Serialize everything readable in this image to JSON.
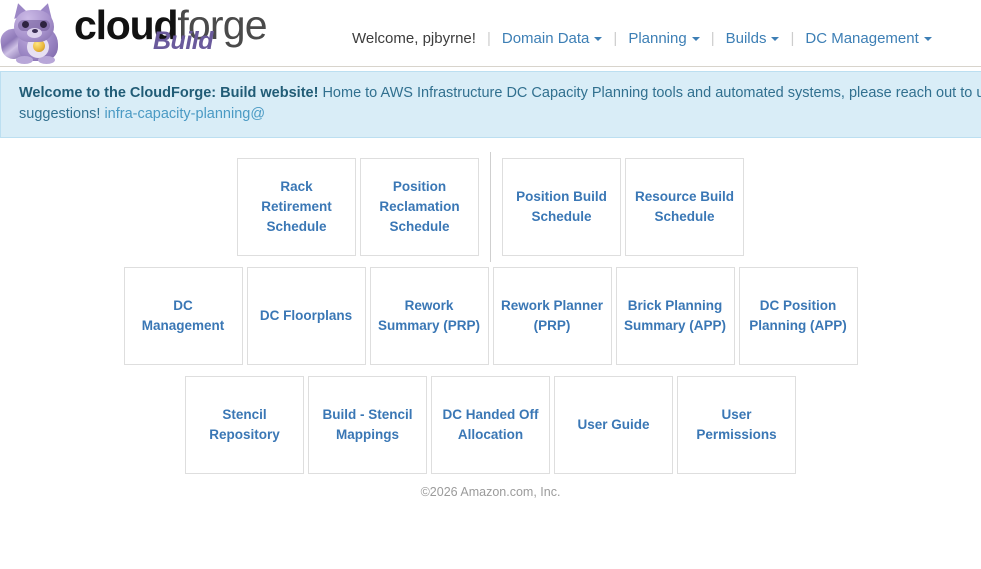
{
  "header": {
    "logo": {
      "word_primary": "cloud",
      "word_secondary": "forge",
      "sub_word": "Build",
      "mascot_icon": "raccoon-mascot-icon"
    },
    "welcome": "Welcome, pjbyrne!",
    "separator": "|",
    "nav_items": [
      {
        "label": "Domain Data",
        "has_caret": true
      },
      {
        "label": "Planning",
        "has_caret": true
      },
      {
        "label": "Builds",
        "has_caret": true
      },
      {
        "label": "DC Management",
        "has_caret": true
      }
    ]
  },
  "banner": {
    "bold_lead": "Welcome to the CloudForge: Build website!",
    "body": " Home to AWS Infrastructure DC Capacity Planning tools and automated systems, please reach out to us with any questions, feedback, or suggestions! ",
    "contact_link": "infra-capacity-planning@",
    "background_color": "#d9edf7",
    "text_color": "#31708f"
  },
  "tiles": {
    "accent_color": "#3a77b5",
    "border_color": "#dedede",
    "rows": [
      {
        "items": [
          {
            "label": "Rack Retirement Schedule",
            "divider_after": false
          },
          {
            "label": "Position Reclamation Schedule",
            "divider_after": true
          },
          {
            "label": "Position Build Schedule",
            "divider_after": false
          },
          {
            "label": "Resource Build Schedule",
            "divider_after": false
          }
        ]
      },
      {
        "items": [
          {
            "label": "DC Management",
            "divider_after": false
          },
          {
            "label": "DC Floorplans",
            "divider_after": false
          },
          {
            "label": "Rework Summary (PRP)",
            "divider_after": false
          },
          {
            "label": "Rework Planner (PRP)",
            "divider_after": false
          },
          {
            "label": "Brick Planning Summary (APP)",
            "divider_after": false
          },
          {
            "label": "DC Position Planning (APP)",
            "divider_after": false
          }
        ]
      },
      {
        "items": [
          {
            "label": "Stencil Repository",
            "divider_after": false
          },
          {
            "label": "Build - Stencil Mappings",
            "divider_after": false
          },
          {
            "label": "DC Handed Off Allocation",
            "divider_after": false
          },
          {
            "label": "User Guide",
            "divider_after": false
          },
          {
            "label": "User Permissions",
            "divider_after": false
          }
        ]
      }
    ]
  },
  "footer": {
    "copyright": "©2026 Amazon.com, Inc."
  }
}
